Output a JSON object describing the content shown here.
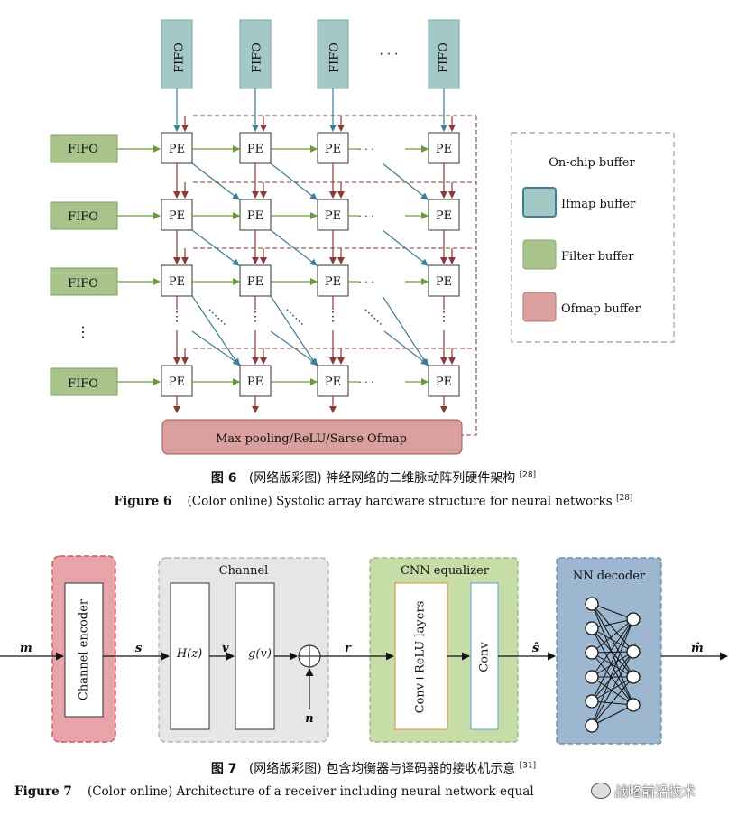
{
  "fig6": {
    "fifo_label": "FIFO",
    "pe_label": "PE",
    "col_ellipsis": "· · ·",
    "row_ellipsis": "⋮",
    "pooling_label": "Max pooling/ReLU/Sarse Ofmap",
    "legend": {
      "title": "On-chip buffer",
      "items": [
        {
          "label": "Ifmap buffer",
          "color": "#a4c8c6"
        },
        {
          "label": "Filter buffer",
          "color": "#a8c38c"
        },
        {
          "label": "Ofmap buffer",
          "color": "#d9a09d"
        }
      ]
    },
    "caption_cn_prefix": "图 6",
    "caption_cn_text": "(网络版彩图) 神经网络的二维脉动阵列硬件架构",
    "caption_ref": "[28]",
    "caption_en_prefix": "Figure 6",
    "caption_en_text": "(Color online) Systolic array hardware structure for neural networks",
    "caption_en_ref": "[28]"
  },
  "fig7": {
    "input_label": "m",
    "encoder_label": "Channel encoder",
    "s_label": "s",
    "channel_title": "Channel",
    "h_label": "H(z)",
    "v_label": "v",
    "g_label": "g(v)",
    "n_label": "n",
    "r_label": "r",
    "cnn_title": "CNN equalizer",
    "conv_relu_label": "Conv+ReLU layers",
    "conv_label": "Conv",
    "s_hat_label": "ŝ",
    "nn_title": "NN decoder",
    "output_label": "m̂",
    "caption_cn_prefix": "图 7",
    "caption_cn_text": "(网络版彩图) 包含均衡器与译码器的接收机示意",
    "caption_ref": "[31]",
    "caption_en_prefix": "Figure 7",
    "caption_en_text": "(Color online) Architecture of a receiver including neural network equal"
  },
  "watermark": "战略前沿技术",
  "colors": {
    "ifmap": "#a4c8c6",
    "filter": "#a8c38c",
    "ofmap": "#d9a09d",
    "ifmap_stroke": "#3e7d96",
    "filter_stroke": "#5b8a2e",
    "ofmap_stroke": "#8e3a34"
  }
}
